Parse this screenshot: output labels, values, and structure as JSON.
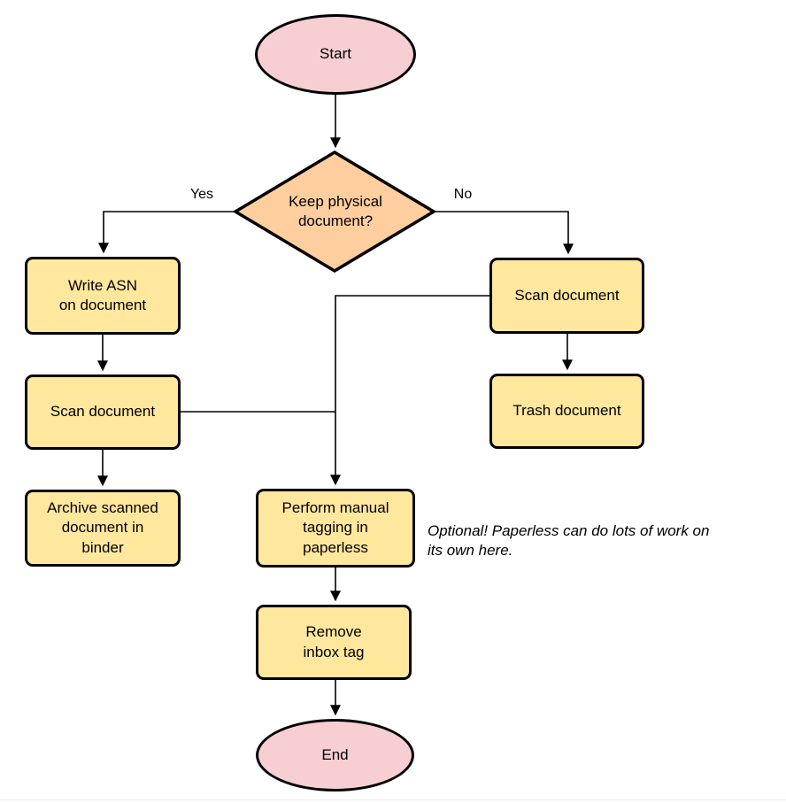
{
  "diagram": {
    "type": "flowchart",
    "colors": {
      "terminal_fill": "#f7ced2",
      "decision_fill": "#ffce9e",
      "process_fill": "#ffe79e",
      "stroke": "#000000",
      "background": "#ffffff"
    },
    "nodes": {
      "start": {
        "type": "terminal",
        "label": "Start"
      },
      "decision": {
        "type": "decision",
        "label": "Keep physical\ndocument?"
      },
      "write_asn": {
        "type": "process",
        "label": "Write ASN\non document"
      },
      "scan_left": {
        "type": "process",
        "label": "Scan document"
      },
      "archive": {
        "type": "process",
        "label": "Archive scanned\ndocument in\nbinder"
      },
      "scan_right": {
        "type": "process",
        "label": "Scan document"
      },
      "trash": {
        "type": "process",
        "label": "Trash document"
      },
      "perform": {
        "type": "process",
        "label": "Perform manual\ntagging in\npaperless"
      },
      "remove": {
        "type": "process",
        "label": "Remove\ninbox tag"
      },
      "end": {
        "type": "terminal",
        "label": "End"
      }
    },
    "edges": [
      {
        "from": "start",
        "to": "decision",
        "label": ""
      },
      {
        "from": "decision",
        "to": "write_asn",
        "label": "Yes"
      },
      {
        "from": "decision",
        "to": "scan_right",
        "label": "No"
      },
      {
        "from": "write_asn",
        "to": "scan_left",
        "label": ""
      },
      {
        "from": "scan_left",
        "to": "archive",
        "label": ""
      },
      {
        "from": "scan_right",
        "to": "trash",
        "label": ""
      },
      {
        "from": "scan_right",
        "to": "perform",
        "label": ""
      },
      {
        "from": "scan_left",
        "to": "perform",
        "label": ""
      },
      {
        "from": "perform",
        "to": "remove",
        "label": ""
      },
      {
        "from": "remove",
        "to": "end",
        "label": ""
      }
    ],
    "edge_labels": {
      "yes": "Yes",
      "no": "No"
    },
    "note": "Optional! Paperless can do lots of work on\nits own here."
  }
}
